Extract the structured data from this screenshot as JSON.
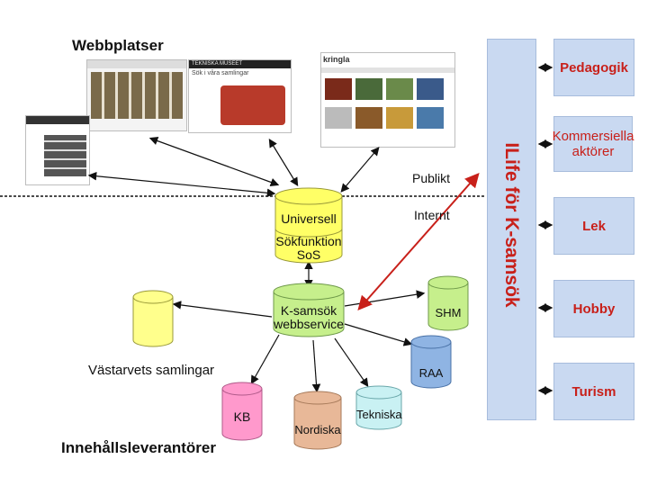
{
  "headings": {
    "websites": "Webbplatser",
    "providers": "Innehållsleverantörer"
  },
  "labels": {
    "public": "Publikt",
    "internal": "Internt",
    "vastarvet": "Västarvets samlingar"
  },
  "vertical_bar": "ILife för K-samsök",
  "side_boxes": [
    "Pedagogik",
    "Kommersiella aktörer",
    "Lek",
    "Hobby",
    "Turism"
  ],
  "universal_db": {
    "line1": "Universell",
    "line2": "Sökfunktion",
    "line3": "SoS"
  },
  "ksamsok_db": {
    "line1": "K-samsök",
    "line2": "webbservice"
  },
  "provider_dbs": {
    "shm": "SHM",
    "raa": "RAA",
    "kb": "KB",
    "nordiska": "Nordiska",
    "tekniska": "Tekniska"
  },
  "screenshots": {
    "museum": "TEKNISKA MUSEET",
    "museum_caption": "Sök i våra samlingar",
    "kringla": "kringla"
  },
  "colors": {
    "yellow": "#ffff66",
    "green": "#c6ef8c",
    "blue": "#8fb4e3",
    "pink": "#ff99cc",
    "tan": "#e8b898",
    "cyan": "#c9f1f3",
    "side_box": "#c9d9f1",
    "accent_red": "#c8201a"
  }
}
